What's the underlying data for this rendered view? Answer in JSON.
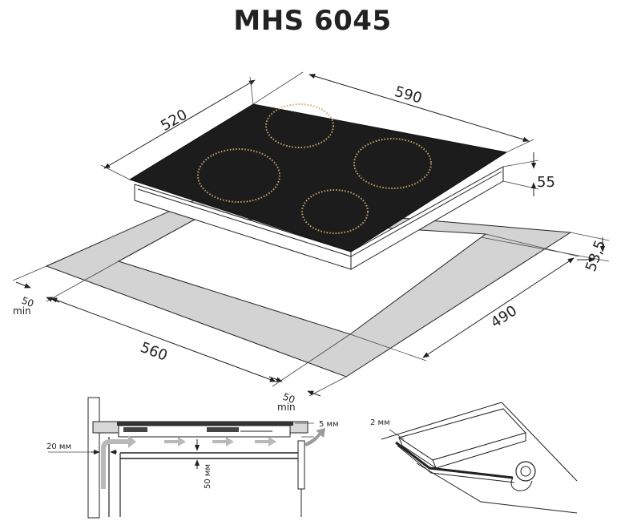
{
  "title": "MHS 6045",
  "hob_dimensions": {
    "depth": "520",
    "width": "590",
    "height": "55"
  },
  "cutout_dimensions": {
    "edge_front": "53,5",
    "depth": "490",
    "width": "560",
    "clearance_left_value": "50",
    "clearance_left_unit": "min",
    "clearance_front_value": "50",
    "clearance_front_unit": "min"
  },
  "section_view": {
    "wall_gap": "20 мм",
    "ventilation_gap": "5 мм",
    "air_space": "50 мм"
  },
  "detail_view": {
    "seal_thickness": "2 мм"
  },
  "colors": {
    "glass": "#1c1c1c",
    "cutout_surround": "#d3d3d3",
    "burner_dots": "#c8a862",
    "airflow_arrows": "#b9b9b9"
  }
}
